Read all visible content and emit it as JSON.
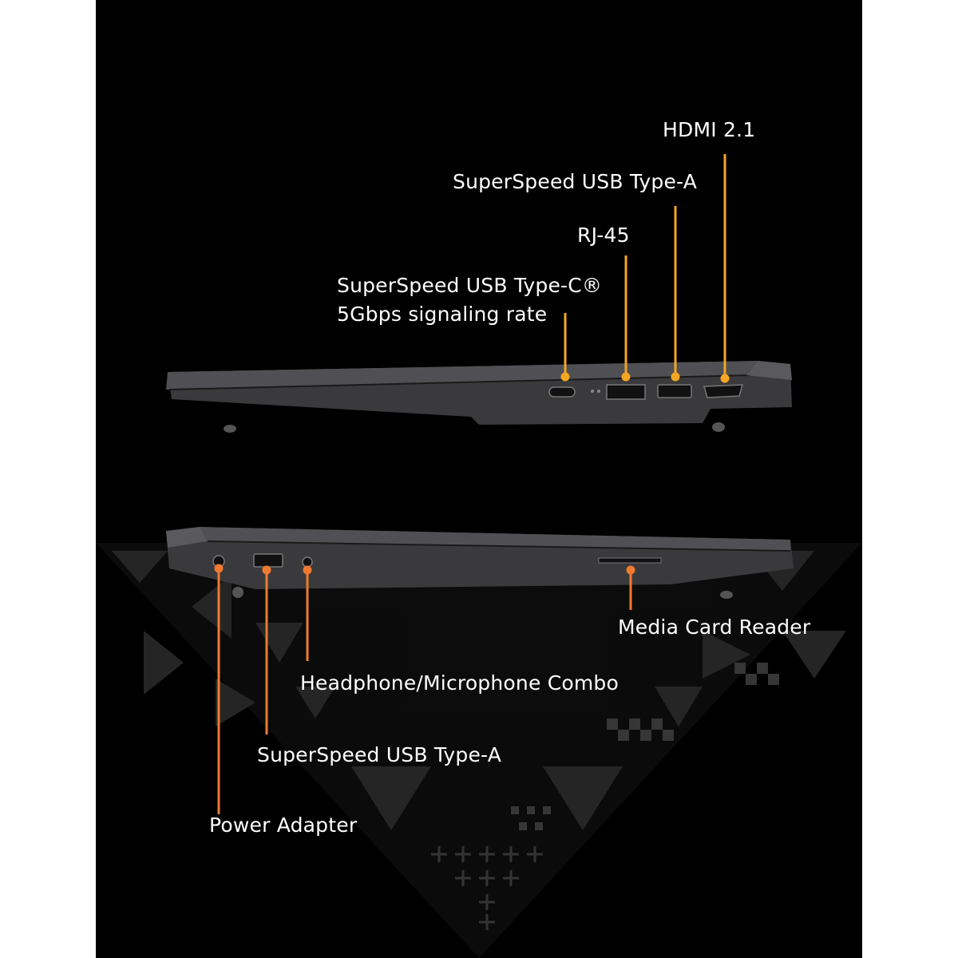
{
  "colors": {
    "accent_top": "#f5a623",
    "accent_bottom": "#f07a30",
    "background": "#000000",
    "laptop_body": "#3a3a3c",
    "label_text": "#ffffff"
  },
  "top_view": {
    "labels": {
      "hdmi": "HDMI 2.1",
      "usb_a": "SuperSpeed USB Type-A",
      "rj45": "RJ-45",
      "usb_c_line1": "SuperSpeed USB Type-C®",
      "usb_c_line2": "5Gbps signaling rate"
    },
    "ports": [
      "usb-c-port",
      "rj45-port",
      "usb-a-port",
      "hdmi-port"
    ]
  },
  "bottom_view": {
    "labels": {
      "media_card": "Media Card Reader",
      "headphone": "Headphone/Microphone Combo",
      "usb_a": "SuperSpeed USB Type-A",
      "power": "Power Adapter"
    },
    "ports": [
      "power-port",
      "usb-a-port",
      "audio-jack-port",
      "card-reader-slot"
    ]
  }
}
